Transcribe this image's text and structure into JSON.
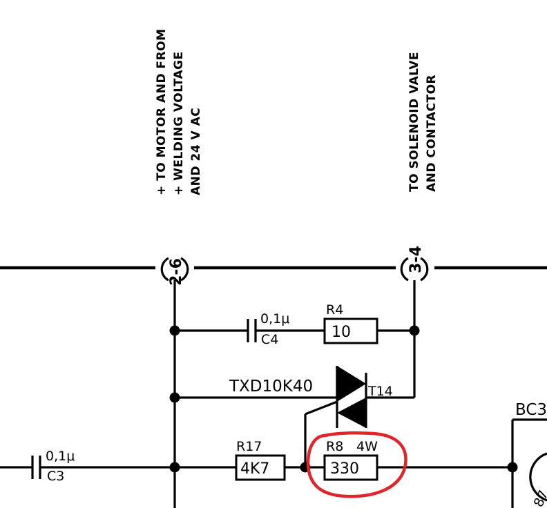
{
  "annotations": {
    "left_terminal": {
      "lines": [
        "+ TO MOTOR AND FROM",
        "+ WELDING VOLTAGE",
        "AND 24 V AC"
      ]
    },
    "right_terminal": {
      "lines": [
        "TO SOLENOID VALVE",
        "AND CONTACTOR"
      ]
    }
  },
  "terminals": {
    "left": "2-6",
    "right": "3-4"
  },
  "components": {
    "c4": {
      "value": "0,1μ",
      "ref": "C4"
    },
    "r4": {
      "ref": "R4",
      "value": "10"
    },
    "triac": {
      "part": "TXD10K40",
      "ref": "T14"
    },
    "r17": {
      "ref": "R17",
      "value": "4K7"
    },
    "r8": {
      "ref": "R8",
      "rating": "4W",
      "value": "330"
    },
    "c3": {
      "value": "0,1μ",
      "ref": "C3"
    },
    "transistor": {
      "label": "BC3",
      "partial": "87"
    }
  },
  "colors": {
    "ink": "#000000",
    "highlight": "#e0242a",
    "background": "#ffffff"
  }
}
